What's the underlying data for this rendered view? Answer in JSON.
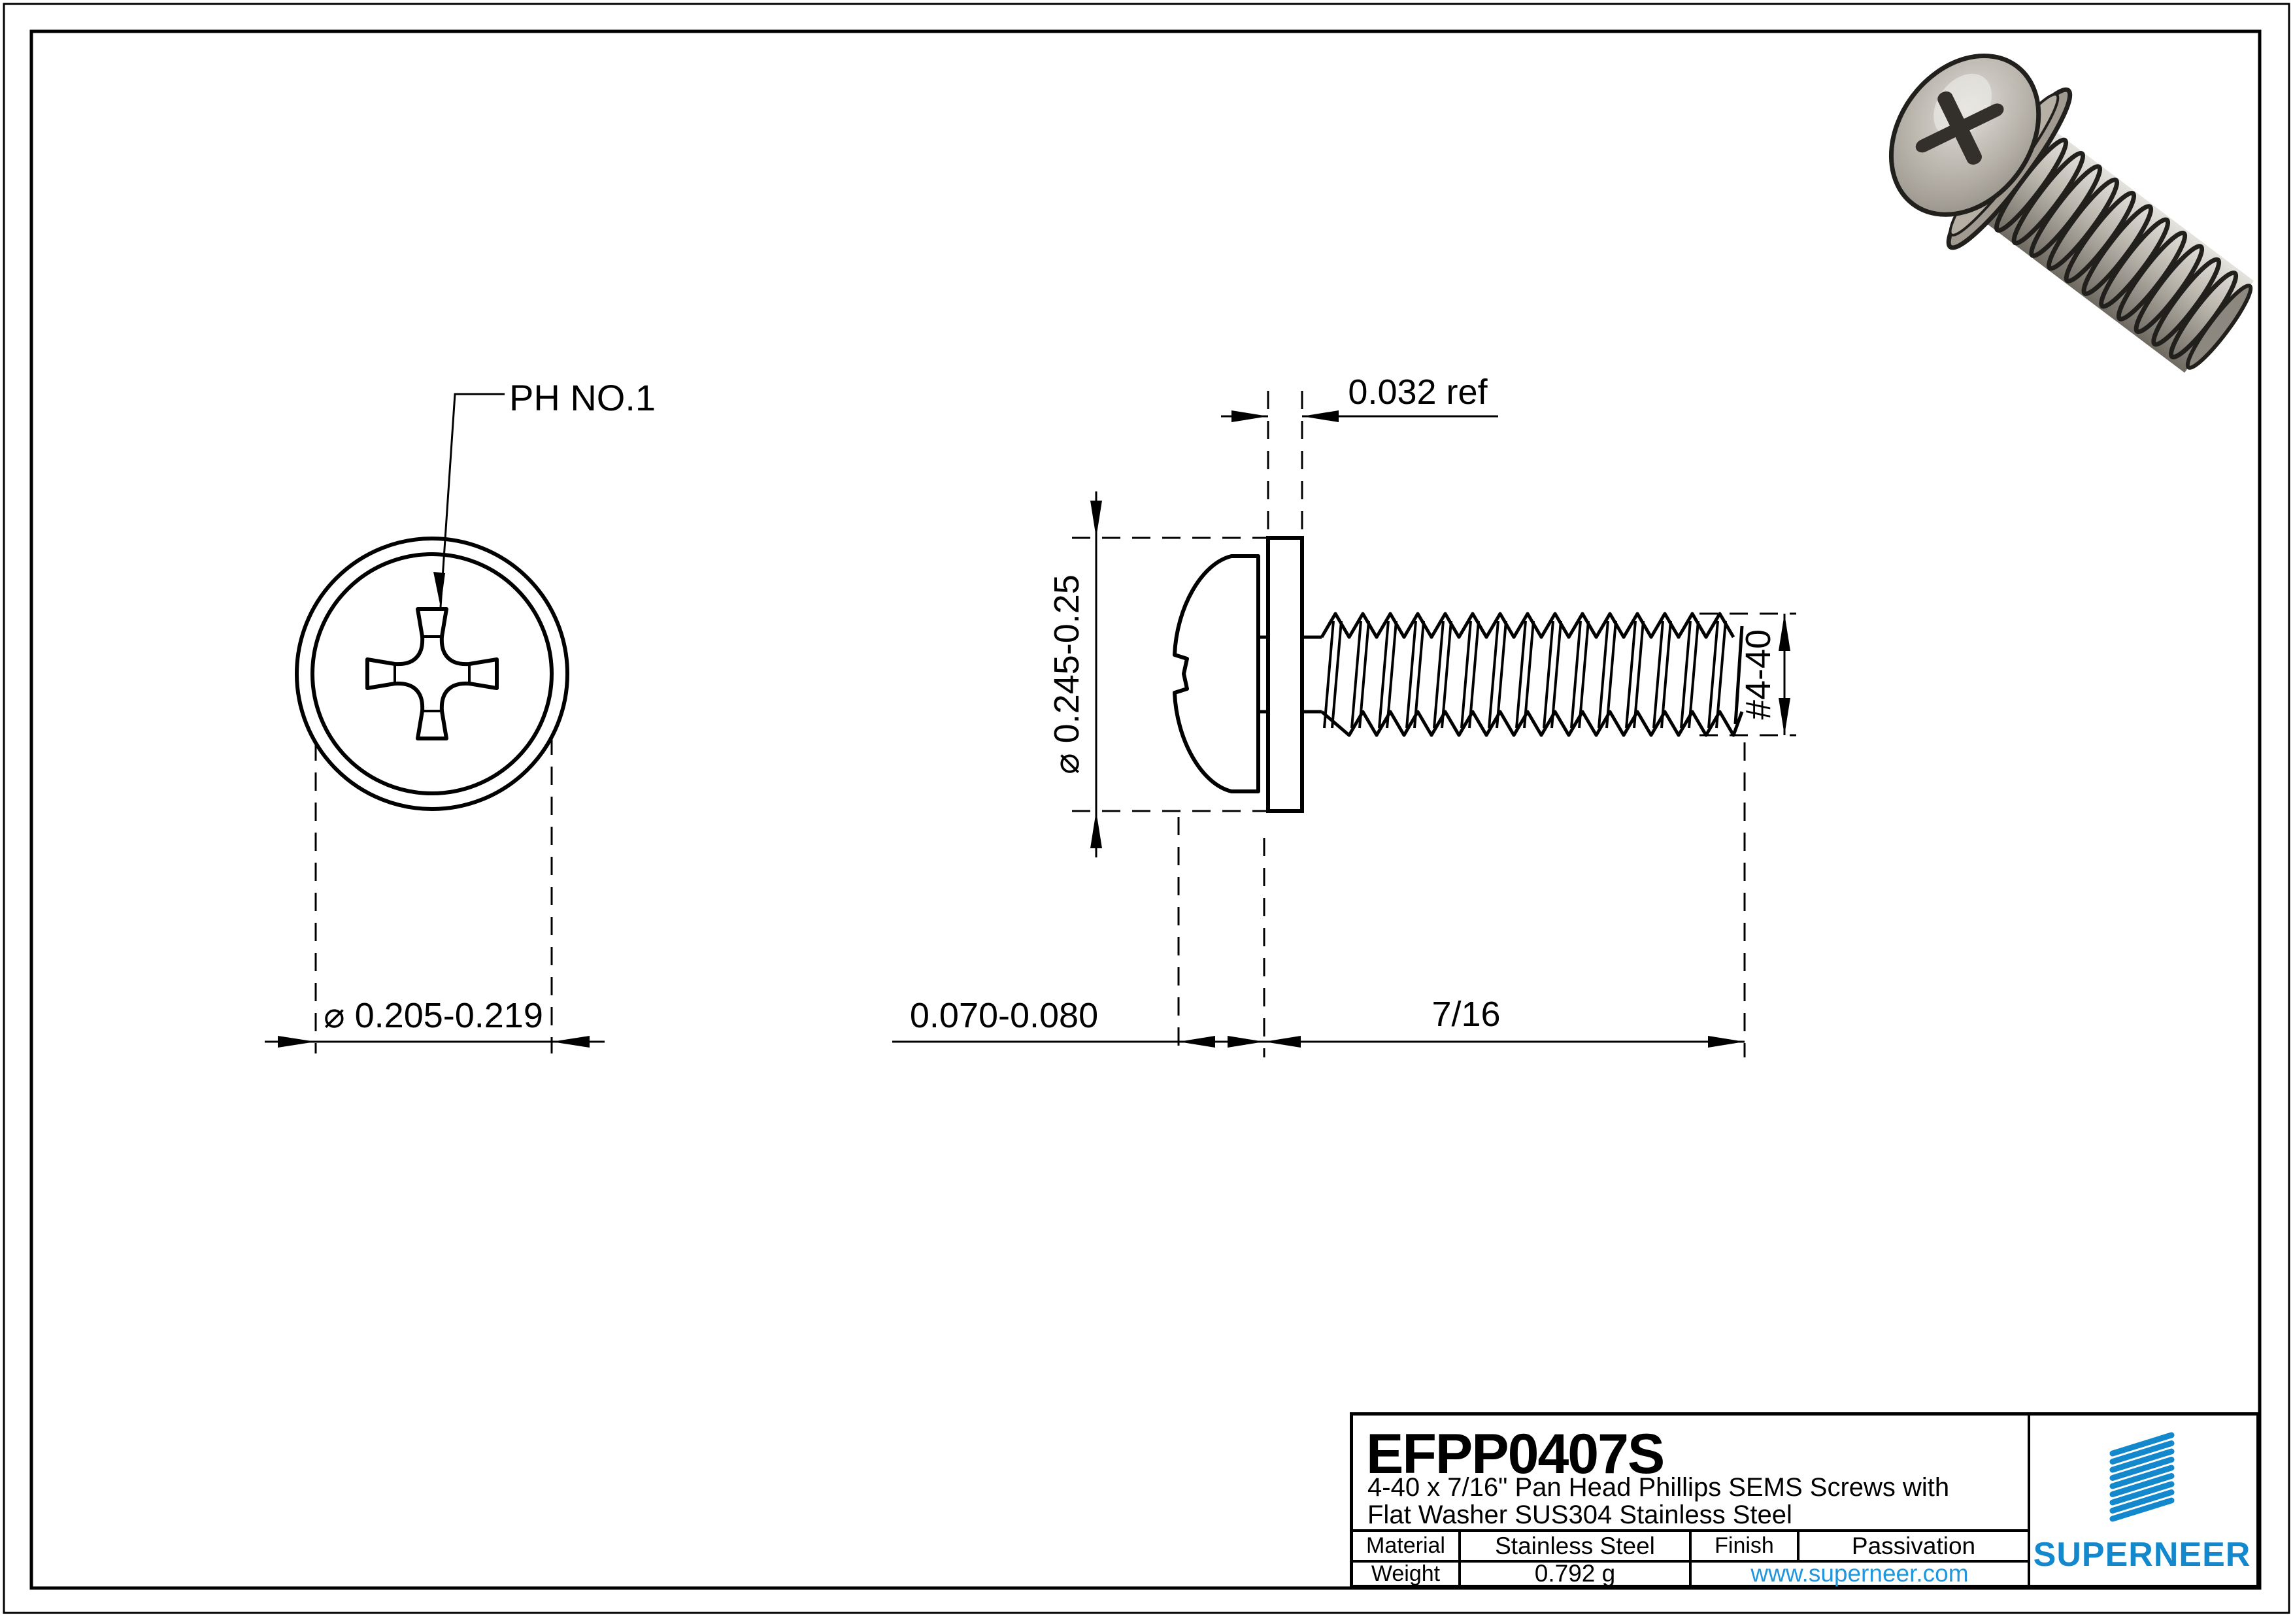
{
  "drawing": {
    "part_number": "EFPP0407S",
    "description_line1": "4-40 x 7/16\" Pan Head Phillips SEMS Screws with",
    "description_line2": "Flat Washer SUS304 Stainless Steel",
    "labels": {
      "recess": "PH NO.1",
      "head_diameter": "⌀ 0.205-0.219",
      "washer_diameter": "⌀ 0.245-0.25",
      "washer_thickness": "0.032 ref",
      "head_height": "0.070-0.080",
      "thread_length": "7/16",
      "thread_spec": "#4-40"
    },
    "titleblock": {
      "material_label": "Material",
      "material_value": "Stainless Steel",
      "finish_label": "Finish",
      "finish_value": "Passivation",
      "weight_label": "Weight",
      "weight_value": "0.792 g",
      "website": "www.superneer.com",
      "brand": "SUPERNEER"
    },
    "colors": {
      "brand_blue": "#1488cd",
      "link_blue": "#2196dd",
      "line_black": "#000000"
    }
  }
}
